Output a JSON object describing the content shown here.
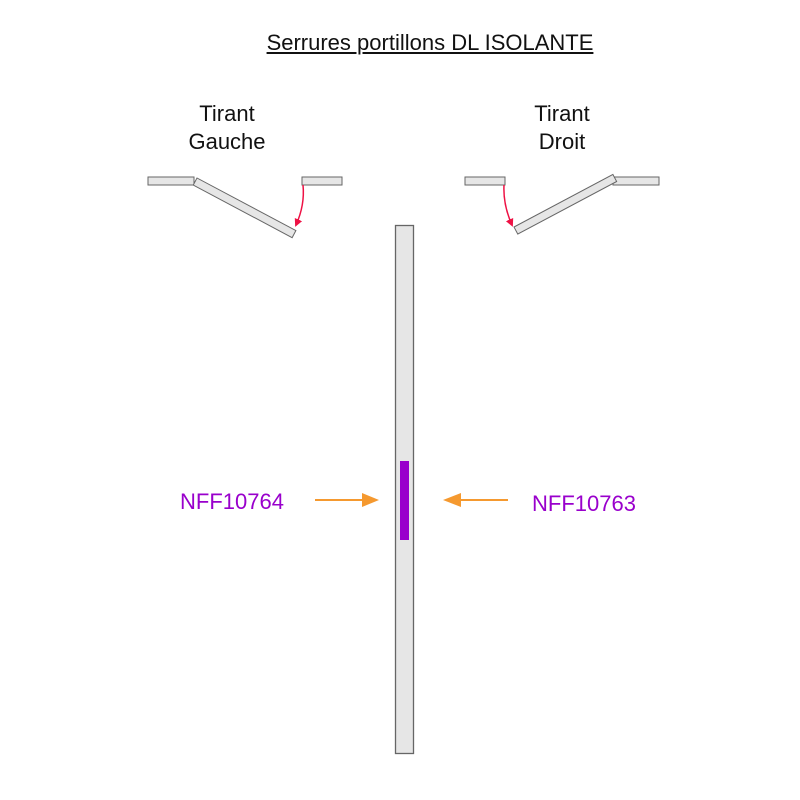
{
  "title": "Serrures portillons DL ISOLANTE",
  "left": {
    "line1": "Tirant",
    "line2": "Gauche"
  },
  "right": {
    "line1": "Tirant",
    "line2": "Droit"
  },
  "refs": {
    "left": "NFF10764",
    "right": "NFF10763"
  },
  "colors": {
    "panel_fill": "#e6e6e6",
    "panel_stroke": "#666666",
    "swing_arrow": "#ee1144",
    "pointer_arrow": "#f5992f",
    "lock": "#9900cc"
  }
}
